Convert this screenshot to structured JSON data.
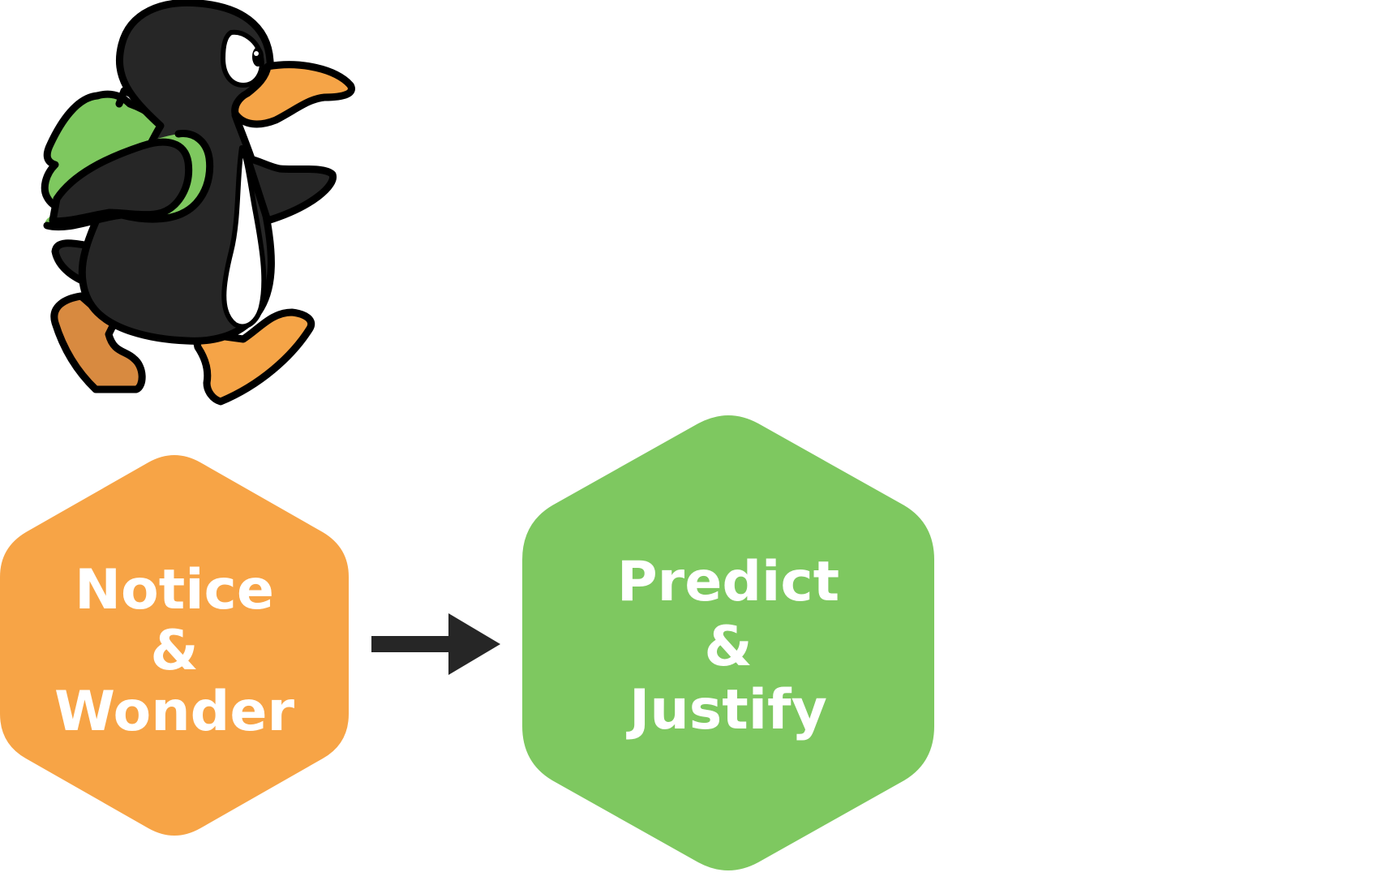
{
  "mascot": {
    "icon": "penguin-with-backpack-icon",
    "colors": {
      "body": "#262626",
      "beak_feet": "#f5a447",
      "backpack": "#7ec85f"
    }
  },
  "steps": [
    {
      "lines": [
        "Notice",
        "&",
        "Wonder"
      ],
      "color": "#f7a446"
    },
    {
      "lines": [
        "Predict",
        "&",
        "Justify"
      ],
      "color": "#7ec860"
    }
  ],
  "connector": {
    "icon": "arrow-right-icon",
    "color": "#262626"
  }
}
